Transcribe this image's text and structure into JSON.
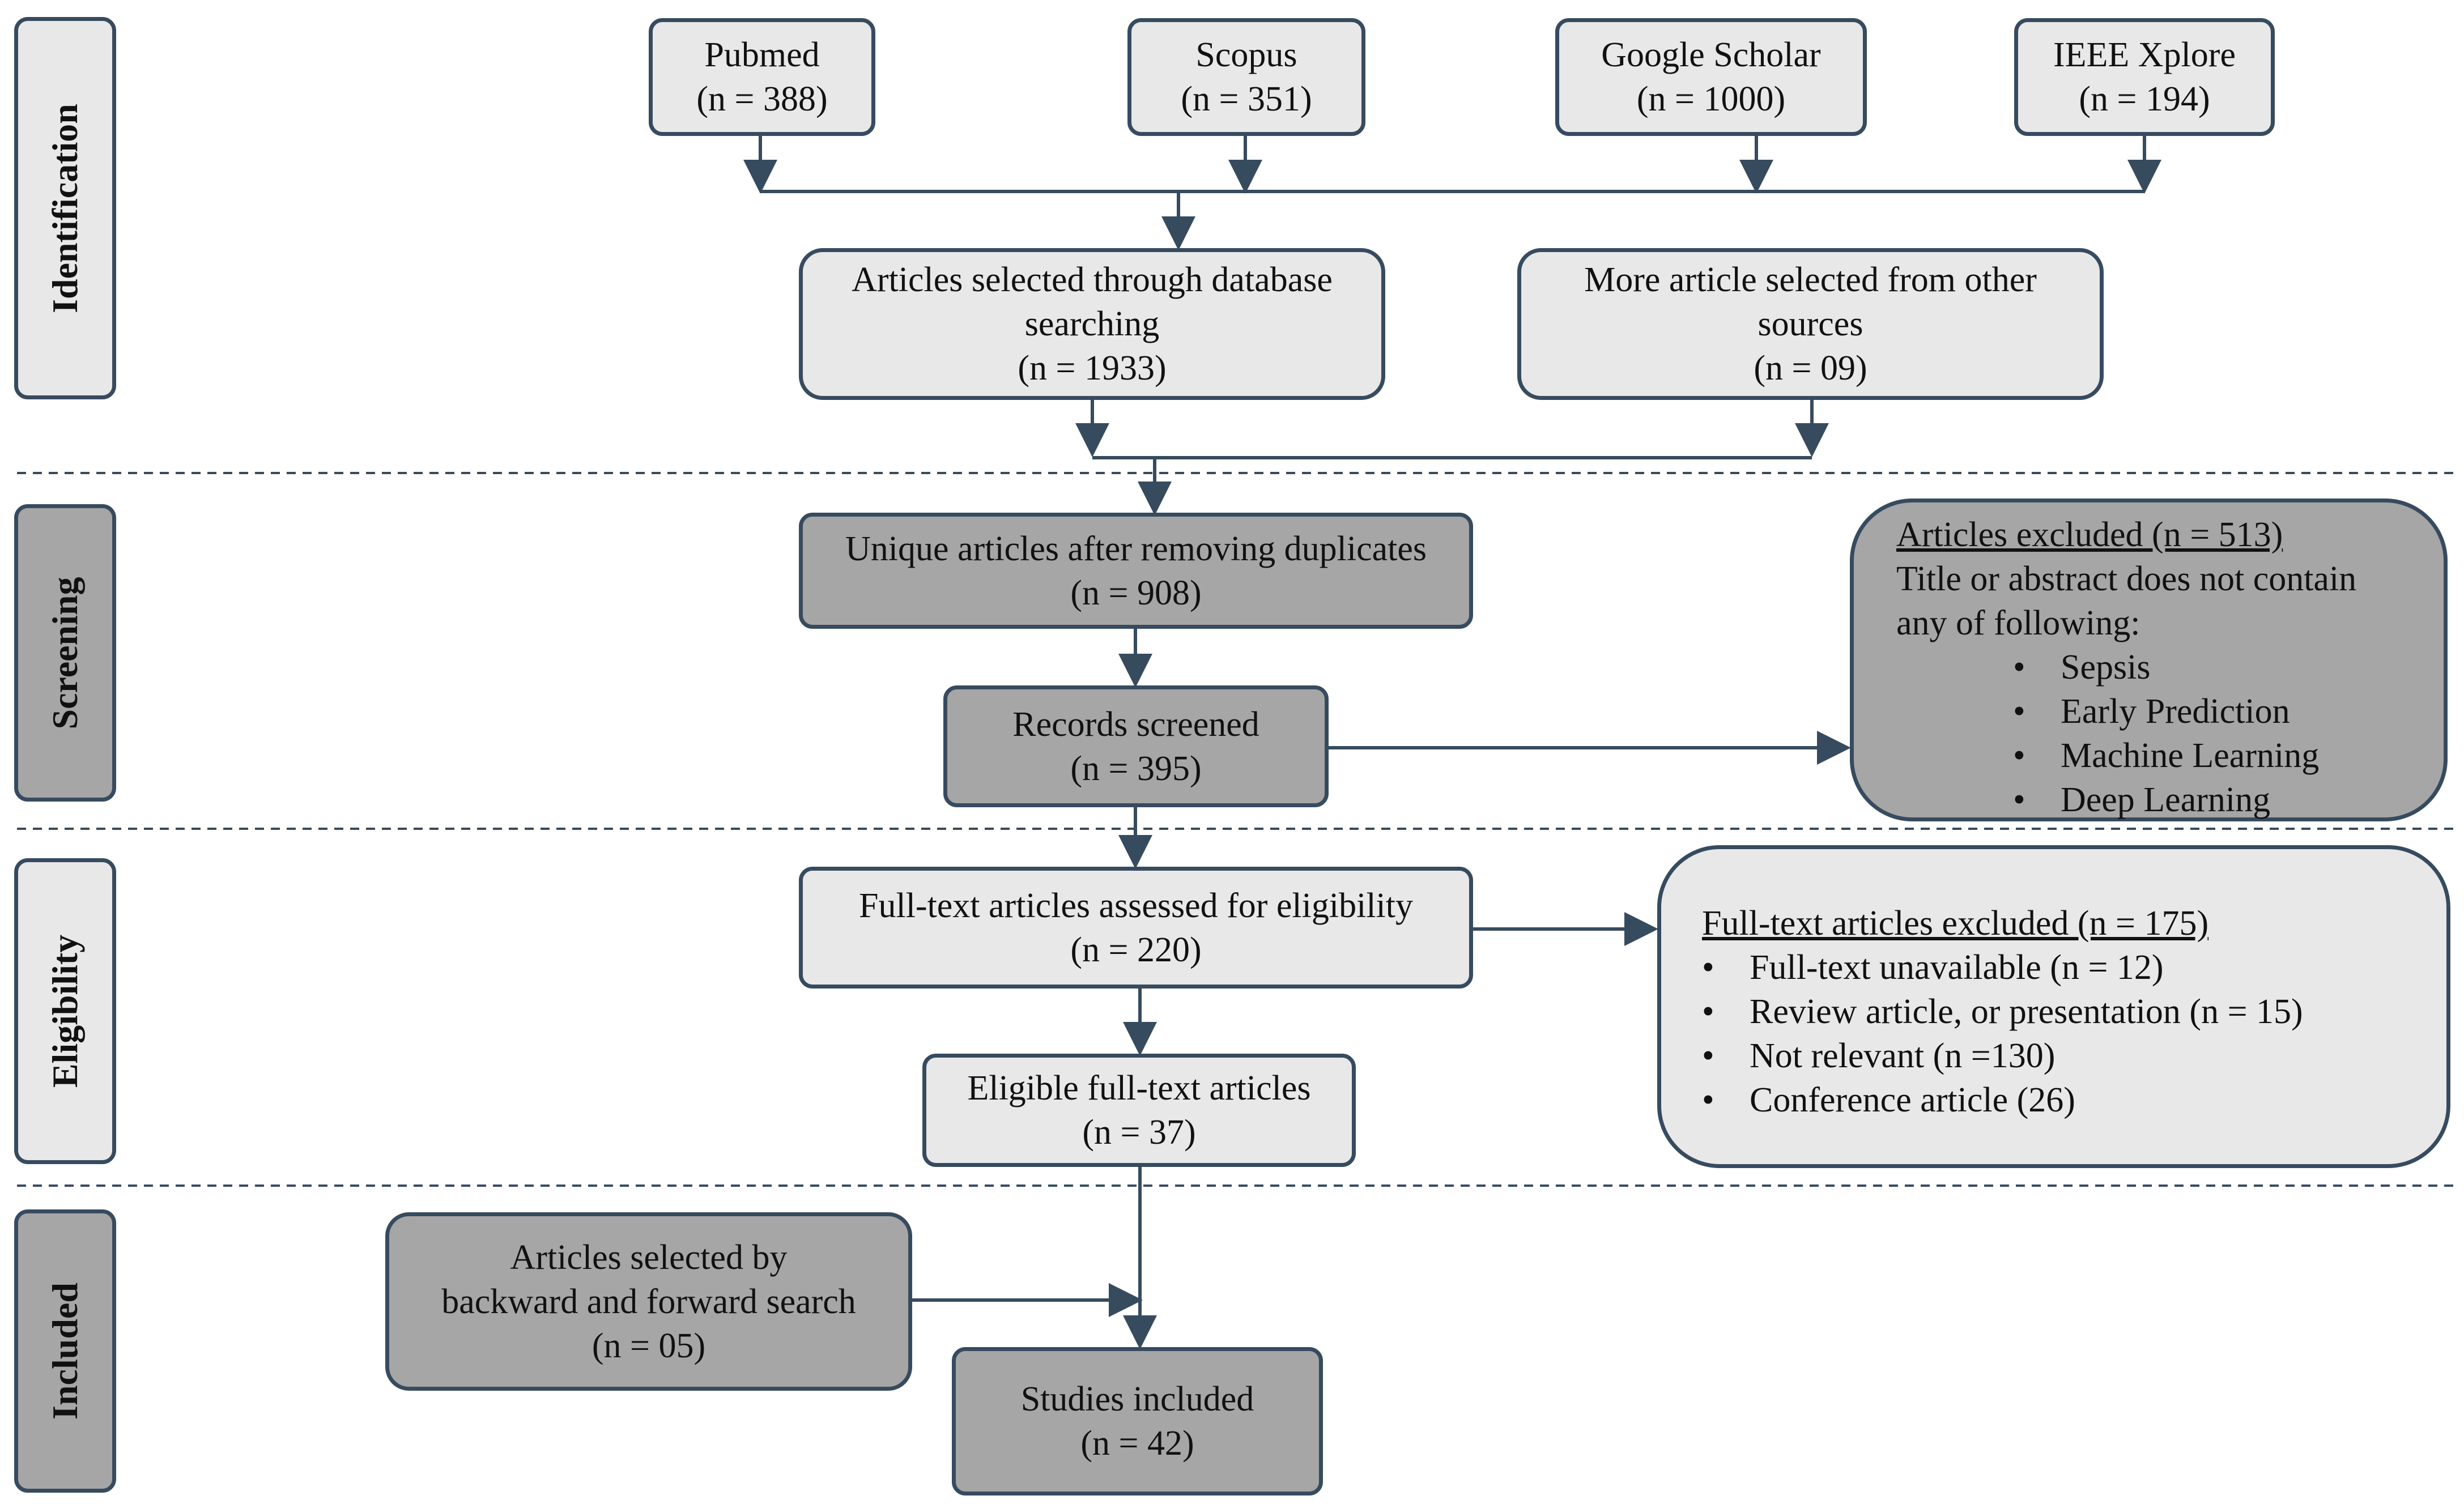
{
  "phases": {
    "identification": "Identification",
    "screening": "Screening",
    "eligibility": "Eligibility",
    "included": "Included"
  },
  "sources": {
    "pubmed": {
      "name": "Pubmed",
      "count": "(n = 388)"
    },
    "scopus": {
      "name": "Scopus",
      "count": "(n = 351)"
    },
    "google_scholar": {
      "name": "Google Scholar",
      "count": "(n = 1000)"
    },
    "ieee": {
      "name": "IEEE Xplore",
      "count": "(n = 194)"
    }
  },
  "database_search": {
    "line1": "Articles selected through database",
    "line2": "searching",
    "count": "(n = 1933)"
  },
  "other_sources": {
    "line1": "More article selected from other",
    "line2": "sources",
    "count": "(n = 09)"
  },
  "unique": {
    "label": "Unique articles after removing duplicates",
    "count": "(n = 908)"
  },
  "screened": {
    "label": "Records screened",
    "count": "(n = 395)"
  },
  "excluded_screening": {
    "title": "Articles excluded (n = 513)",
    "line1": "Title or abstract does not contain",
    "line2": "any of following:",
    "items": [
      "Sepsis",
      "Early Prediction",
      "Machine Learning",
      "Deep Learning"
    ]
  },
  "fulltext": {
    "label": "Full-text articles assessed for eligibility",
    "count": "(n = 220)"
  },
  "excluded_fulltext": {
    "title": "Full-text articles excluded (n = 175)",
    "items": [
      "Full-text unavailable (n = 12)",
      "Review article, or presentation (n = 15)",
      "Not relevant (n =130)",
      "Conference article (26)"
    ]
  },
  "eligible": {
    "label": "Eligible full-text articles",
    "count": "(n = 37)"
  },
  "backward_forward": {
    "line1": "Articles selected by",
    "line2": "backward and forward search",
    "count": "(n = 05)"
  },
  "included": {
    "label": "Studies included",
    "count": "(n = 42)"
  },
  "colors": {
    "line": "#374b5f",
    "light_fill": "#e8e8e8",
    "dark_fill": "#a6a6a6"
  }
}
